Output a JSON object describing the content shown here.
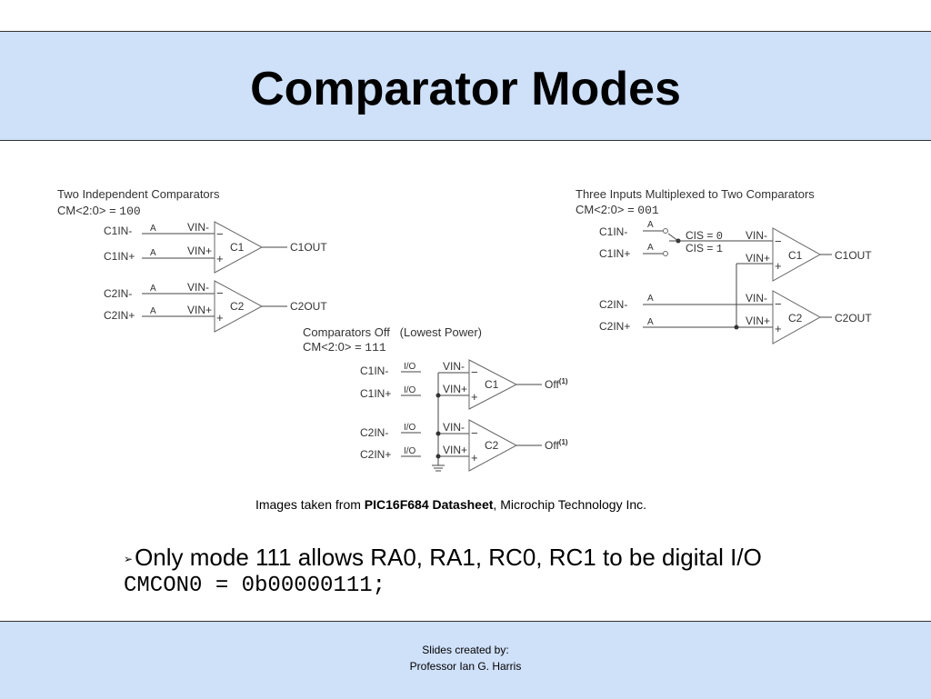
{
  "slide": {
    "title": "Comparator Modes",
    "caption_prefix": "Images taken from ",
    "caption_bold": "PIC16F684 Datasheet",
    "caption_suffix": ", Microchip Technology Inc.",
    "bullet_text": "Only mode 111 allows RA0, RA1, RC0, RC1 to be digital I/O",
    "code_line": "CMCON0 = 0b00000111;",
    "credits_line1": "Slides created by:",
    "credits_line2": "Professor Ian G. Harris"
  },
  "diagram": {
    "mode100": {
      "title": "Two Independent Comparators",
      "cm_label": "CM<2:0> = ",
      "cm_value": "100",
      "pins": [
        "C1IN-",
        "C1IN+",
        "C2IN-",
        "C2IN+"
      ],
      "pin_tag": "A",
      "comparators": [
        "C1",
        "C2"
      ],
      "outputs": [
        "C1OUT",
        "C2OUT"
      ]
    },
    "mode111": {
      "title": "Comparators Off   (Lowest Power)",
      "cm_label": "CM<2:0> = ",
      "cm_value": "111",
      "pins": [
        "C1IN-",
        "C1IN+",
        "C2IN-",
        "C2IN+"
      ],
      "pin_tag": "I/O",
      "comparators": [
        "C1",
        "C2"
      ],
      "output": "Off",
      "output_note": "(1)"
    },
    "mode001": {
      "title": "Three Inputs Multiplexed to Two Comparators",
      "cm_label": "CM<2:0> = ",
      "cm_value": "001",
      "pins": [
        "C1IN-",
        "C1IN+",
        "C2IN-",
        "C2IN+"
      ],
      "pin_tag": "A",
      "cis_label": "CIS = ",
      "cis_values": [
        "0",
        "1"
      ],
      "comparators": [
        "C1",
        "C2"
      ],
      "outputs": [
        "C1OUT",
        "C2OUT"
      ]
    },
    "vin_minus": "VIN-",
    "vin_plus": "VIN+",
    "minus_sign": "−",
    "plus_sign": "+"
  }
}
